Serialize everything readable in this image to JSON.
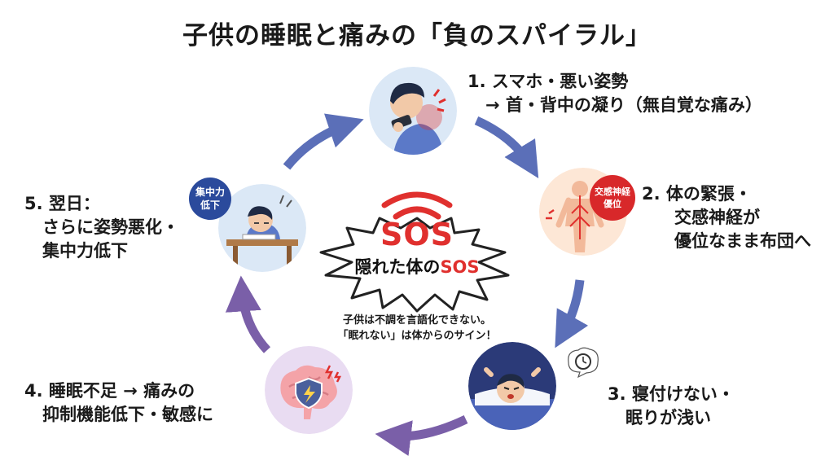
{
  "title": "子供の睡眠と痛みの「負のスパイラル」",
  "steps": [
    {
      "lines": [
        "1. スマホ・悪い姿勢",
        "→ 首・背中の凝り（無自覚な痛み）"
      ]
    },
    {
      "lines": [
        "2. 体の緊張・",
        "交感神経が",
        "優位なまま布団へ"
      ],
      "badge": [
        "交感神経",
        "優位"
      ]
    },
    {
      "lines": [
        "3. 寝付けない・",
        "眠りが浅い"
      ]
    },
    {
      "lines": [
        "4. 睡眠不足 → 痛みの",
        "抑制機能低下・敏感に"
      ]
    },
    {
      "lines": [
        "5. 翌日：",
        "さらに姿勢悪化・",
        "集中力低下"
      ],
      "badge": [
        "集中力",
        "低下"
      ]
    }
  ],
  "center": {
    "sos": "SOS",
    "sub_prefix": "隠れた体の",
    "sub_sos": "SOS",
    "caption": [
      "子供は不調を言語化できない。",
      "「眠れない」は体からのサイン！"
    ]
  },
  "colors": {
    "arrow": "#6a6fb0",
    "red": "#e0302e",
    "circle_bg": "#dbe8f6"
  }
}
